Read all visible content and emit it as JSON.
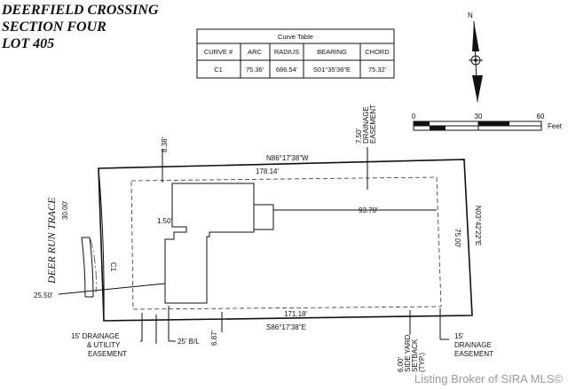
{
  "title": {
    "line1": "DEERFIELD CROSSING",
    "line2": "SECTION FOUR",
    "line3": "LOT  405"
  },
  "curve_table": {
    "caption": "Curve Table",
    "headers": [
      "CURVE #",
      "ARC",
      "RADIUS",
      "BEARING",
      "CHORD"
    ],
    "rows": [
      [
        "C1",
        "75.36'",
        "686.54'",
        "S01°35'36\"E",
        "75.32'"
      ]
    ]
  },
  "north_arrow": {
    "label": "N"
  },
  "scale_bar": {
    "ticks": [
      "0",
      "30",
      "60"
    ],
    "unit": "Feet"
  },
  "road": {
    "name": "DEER RUN TRACE",
    "frontage": "30.00'"
  },
  "dimensions": {
    "top_bearing": "N86°17'38\"W",
    "top_length": "178.14'",
    "right_bearing": "N03°42'22\"E",
    "right_length": "75.00'",
    "bottom_bearing": "S86°17'38\"E",
    "bottom_length": "171.18'",
    "house_to_rear": "93.70'",
    "left_offset": "25.50'",
    "curve_label": "C1",
    "jog": "1.50'",
    "side_top": "8.38'",
    "side_bottom": "6.87'",
    "side_setback_dim": "6.00'"
  },
  "easements": {
    "top_drainage": [
      "7.50'",
      "DRAINAGE",
      "EASEMENT"
    ],
    "left_drainage_utility": [
      "15' DRAINAGE",
      "& UTILITY",
      "EASEMENT"
    ],
    "building_line": "25' B/L",
    "side_setback": [
      "SIDE YARD",
      "SETBACK",
      "(TYP.)"
    ],
    "rear_drainage": [
      "15'",
      "DRAINAGE",
      "EASEMENT"
    ]
  },
  "watermark": "Listing Broker of SIRA MLS©"
}
